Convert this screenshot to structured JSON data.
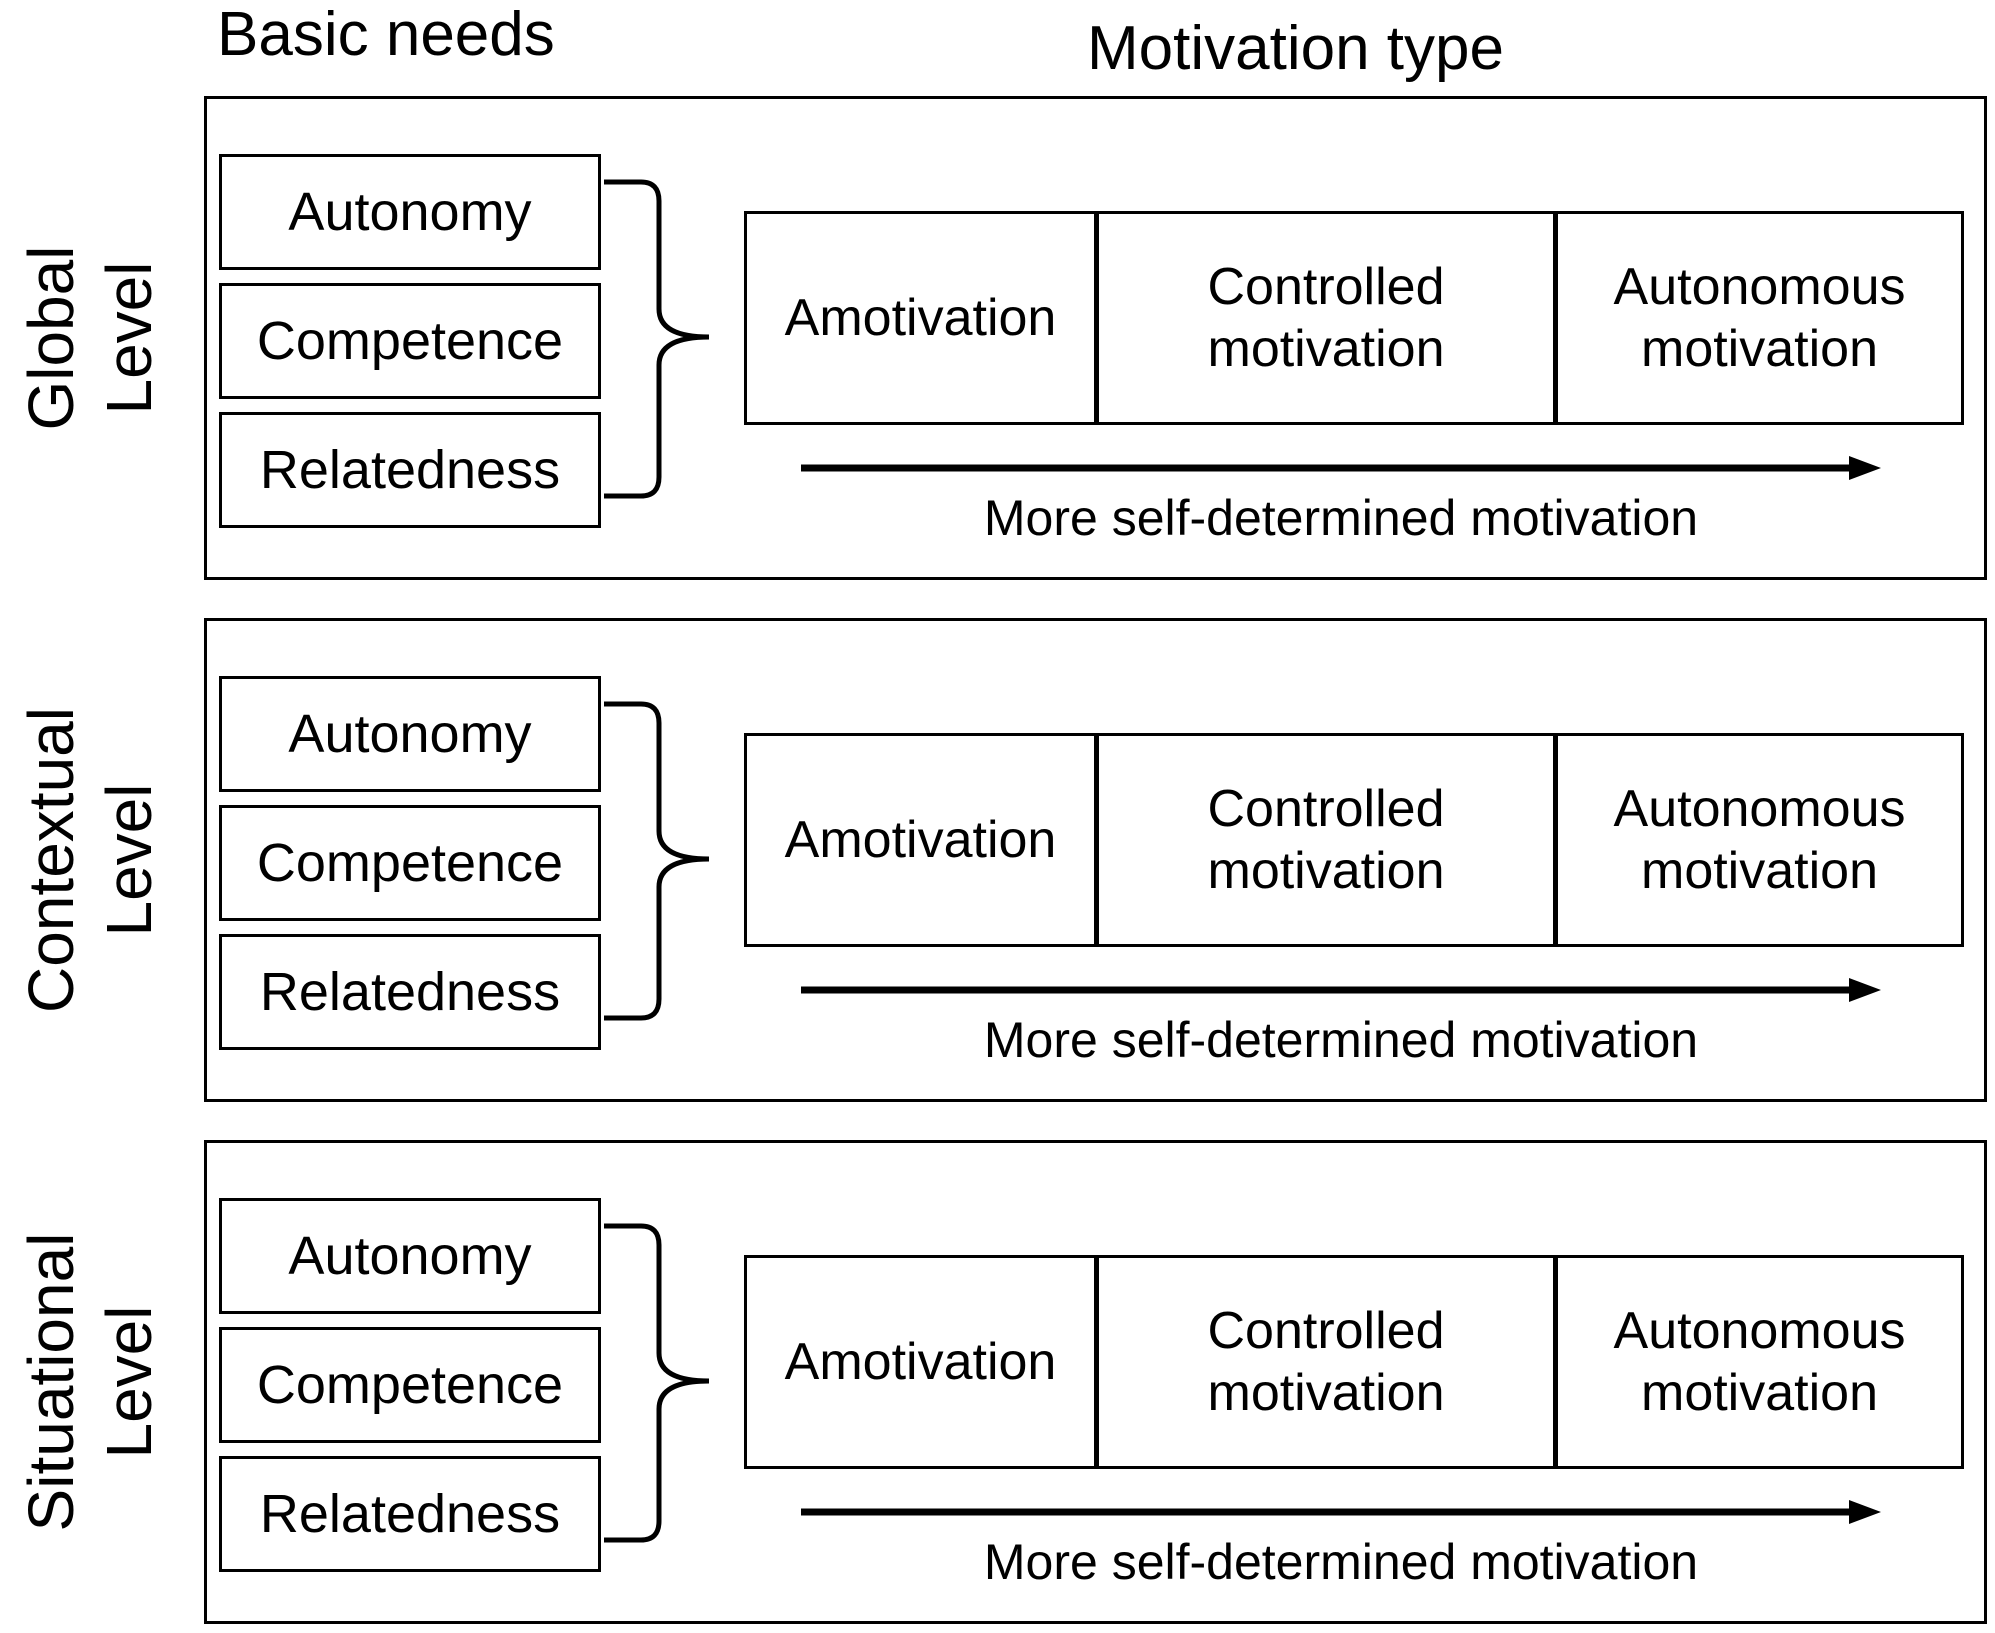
{
  "headers": {
    "basic_needs": "Basic needs",
    "motivation_type": "Motivation type"
  },
  "levels": [
    {
      "name_line1": "Global",
      "name_line2": "Level",
      "needs": [
        "Autonomy",
        "Competence",
        "Relatedness"
      ],
      "motivation": {
        "amotivation": "Amotivation",
        "controlled_line1": "Controlled",
        "controlled_line2": "motivation",
        "autonomous_line1": "Autonomous",
        "autonomous_line2": "motivation"
      },
      "arrow_caption": "More self-determined motivation"
    },
    {
      "name_line1": "Contextual",
      "name_line2": "Level",
      "needs": [
        "Autonomy",
        "Competence",
        "Relatedness"
      ],
      "motivation": {
        "amotivation": "Amotivation",
        "controlled_line1": "Controlled",
        "controlled_line2": "motivation",
        "autonomous_line1": "Autonomous",
        "autonomous_line2": "motivation"
      },
      "arrow_caption": "More self-determined motivation"
    },
    {
      "name_line1": "Situational",
      "name_line2": "Level",
      "needs": [
        "Autonomy",
        "Competence",
        "Relatedness"
      ],
      "motivation": {
        "amotivation": "Amotivation",
        "controlled_line1": "Controlled",
        "controlled_line2": "motivation",
        "autonomous_line1": "Autonomous",
        "autonomous_line2": "motivation"
      },
      "arrow_caption": "More self-determined motivation"
    }
  ]
}
